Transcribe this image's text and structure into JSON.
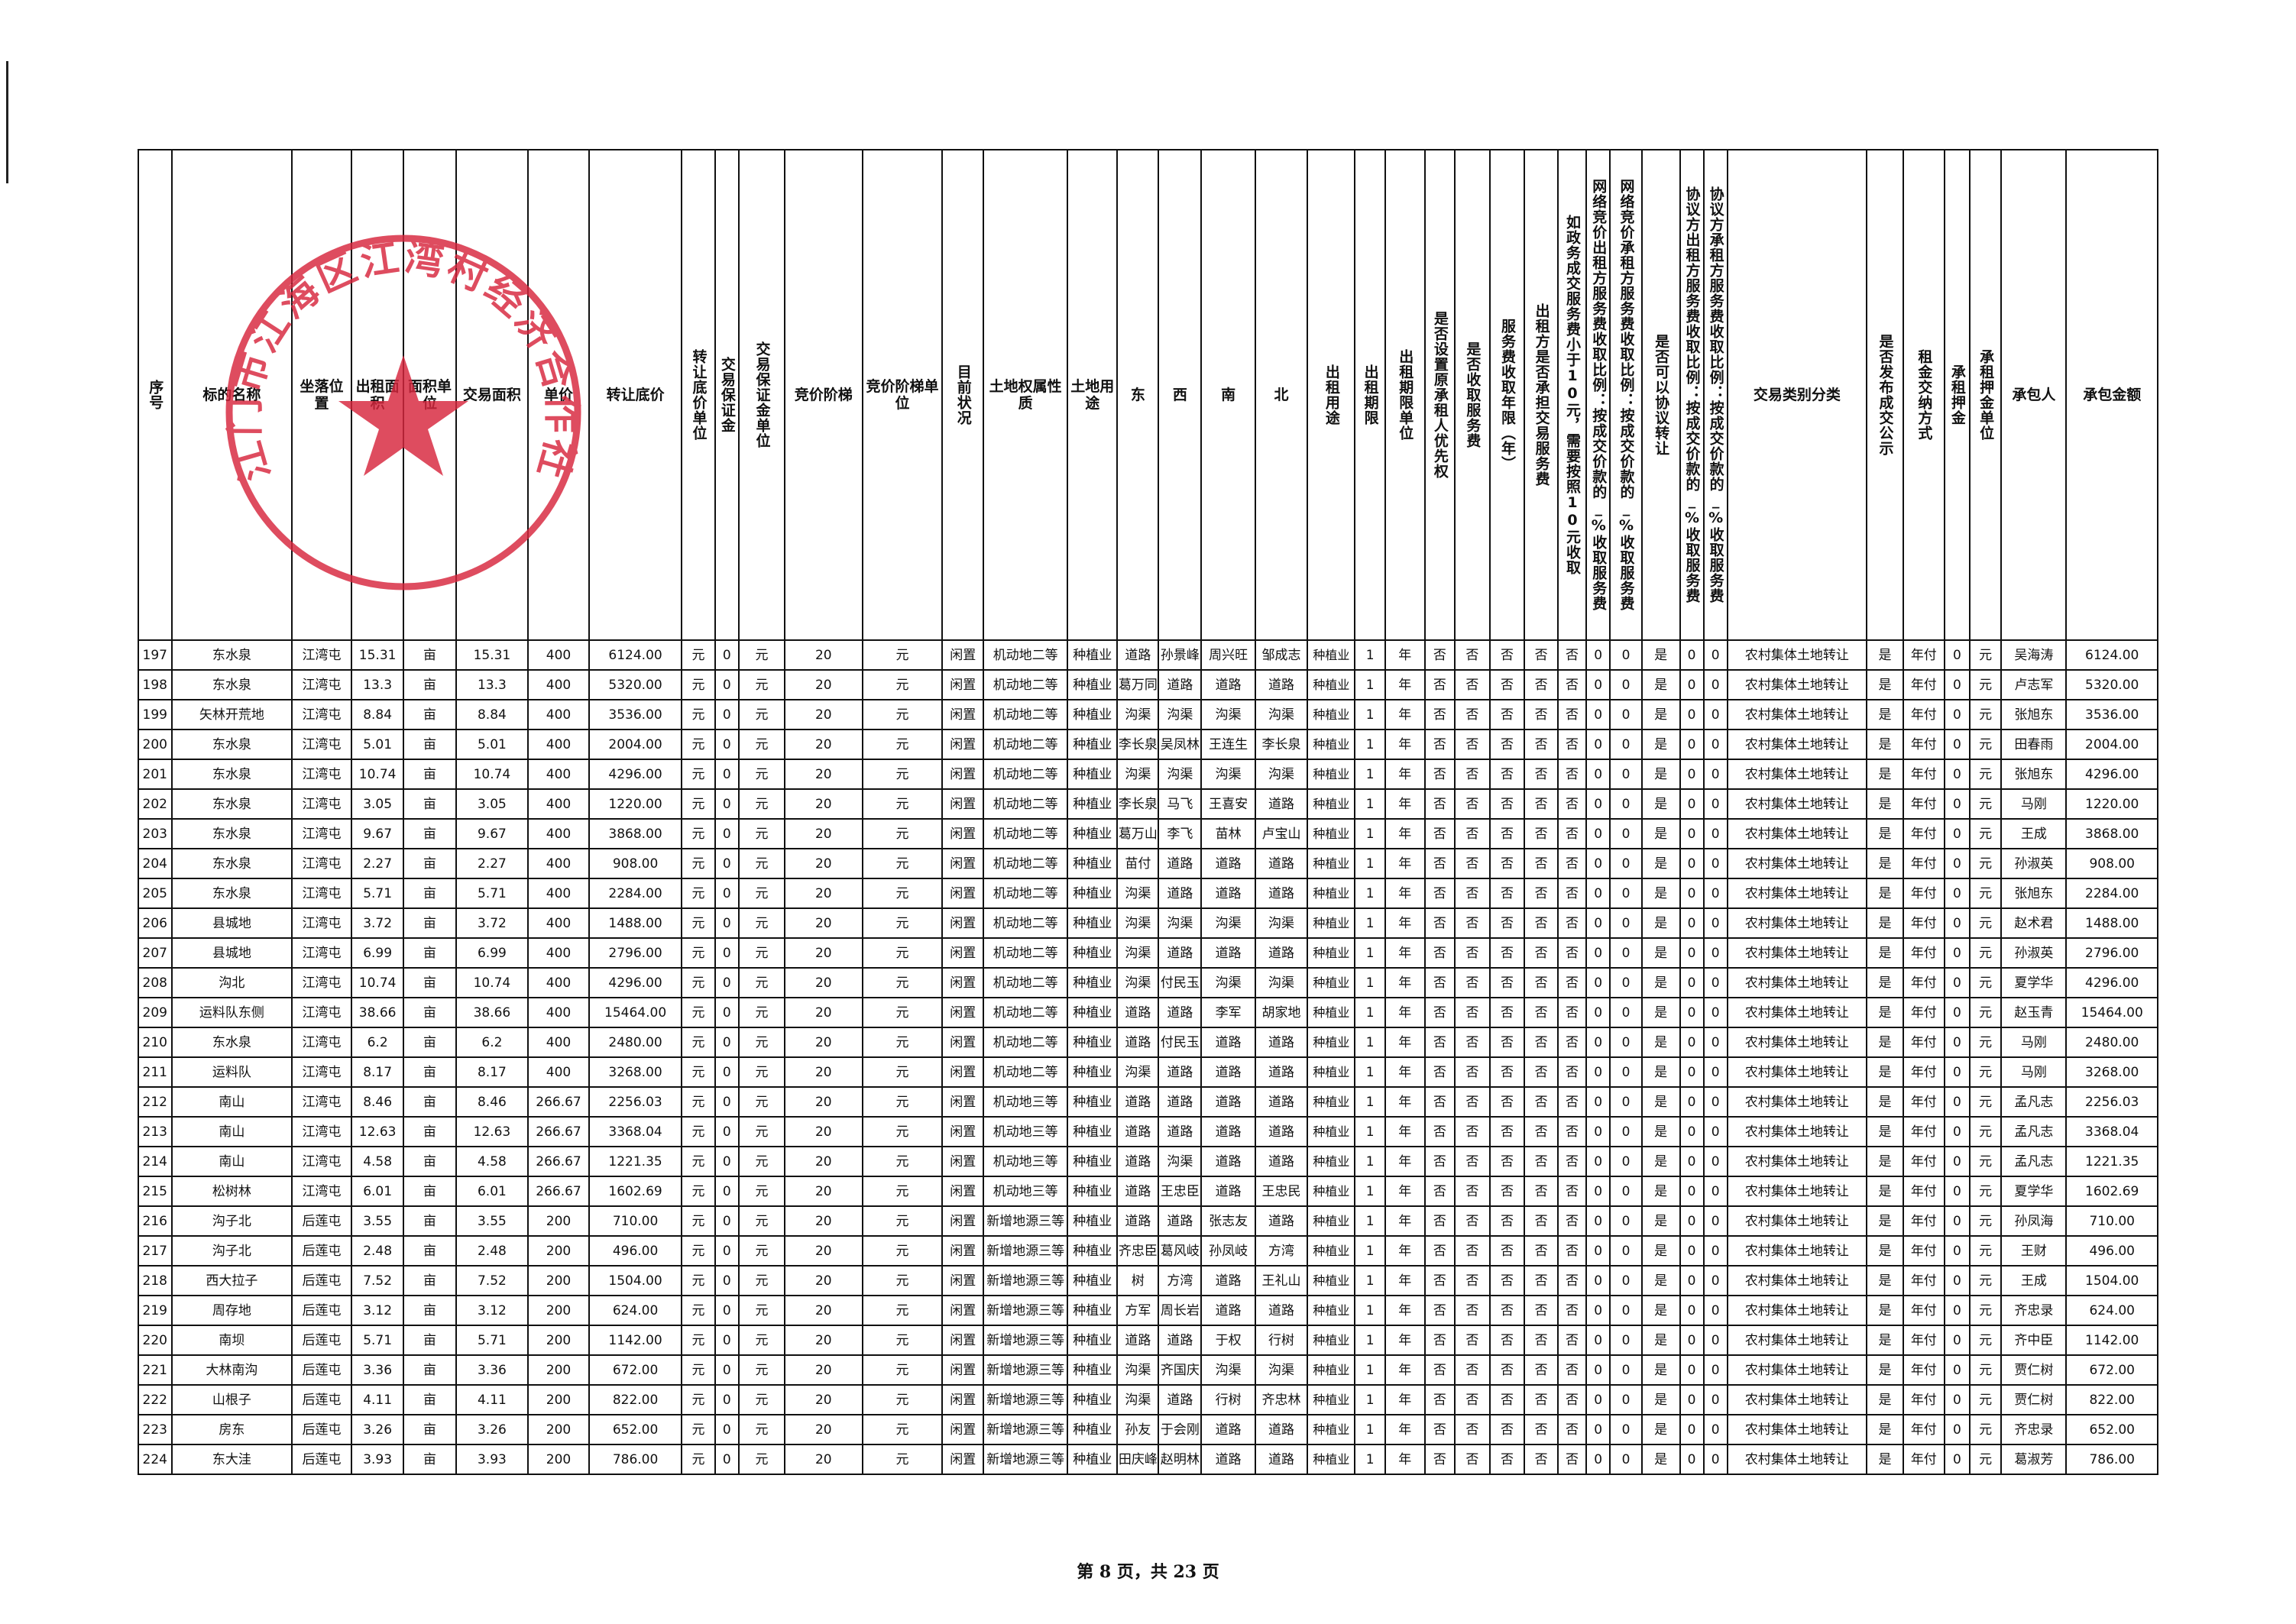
{
  "columns": [
    {
      "label": "序号",
      "w": 42,
      "o": "vt"
    },
    {
      "label": "标的名称",
      "w": 152,
      "o": "hz"
    },
    {
      "label": "坐落位置",
      "w": 75,
      "o": "hz"
    },
    {
      "label": "出租面积",
      "w": 66,
      "o": "hz"
    },
    {
      "label": "面积单位",
      "w": 66,
      "o": "hz"
    },
    {
      "label": "交易面积",
      "w": 91,
      "o": "hz"
    },
    {
      "label": "单价",
      "w": 77,
      "o": "hz"
    },
    {
      "label": "转让底价",
      "w": 117,
      "o": "hz"
    },
    {
      "label": "转让底价单位",
      "w": 42,
      "o": "vt"
    },
    {
      "label": "交易保证金",
      "w": 30,
      "o": "vt"
    },
    {
      "label": "交易保证金单位",
      "w": 58,
      "o": "vt"
    },
    {
      "label": "竞价阶梯",
      "w": 98,
      "o": "hz"
    },
    {
      "label": "竞价阶梯单位",
      "w": 101,
      "o": "hz"
    },
    {
      "label": "目前状况",
      "w": 52,
      "o": "vt"
    },
    {
      "label": "土地权属性质",
      "w": 106,
      "o": "hz"
    },
    {
      "label": "土地用途",
      "w": 63,
      "o": "hz"
    },
    {
      "label": "东",
      "w": 52,
      "o": "hz"
    },
    {
      "label": "西",
      "w": 54,
      "o": "hz"
    },
    {
      "label": "南",
      "w": 68,
      "o": "hz"
    },
    {
      "label": "北",
      "w": 66,
      "o": "hz"
    },
    {
      "label": "出租用途",
      "w": 60,
      "o": "vt"
    },
    {
      "label": "出租期限",
      "w": 38,
      "o": "vt"
    },
    {
      "label": "出租期限单位",
      "w": 50,
      "o": "vt"
    },
    {
      "label": "是否设置原承租人优先权",
      "w": 38,
      "o": "vt"
    },
    {
      "label": "是否收取服务费",
      "w": 44,
      "o": "vt"
    },
    {
      "label": "服务费收取年限（年）",
      "w": 44,
      "o": "vt"
    },
    {
      "label": "出租方是否承担交易服务费",
      "w": 42,
      "o": "vt"
    },
    {
      "label": "如政务成交服务费小于10元，需要按照10元收取",
      "w": 36,
      "o": "vt"
    },
    {
      "label": "网络竞价出租方服务费收取比例：按成交价款的_%收取服务费",
      "w": 30,
      "o": "vt"
    },
    {
      "label": "网络竞价承租方服务费收取比例：按成交价款的_%收取服务费",
      "w": 40,
      "o": "vt"
    },
    {
      "label": "是否可以协议转让",
      "w": 48,
      "o": "vt"
    },
    {
      "label": "协议方出租方服务费收取比例：按成交价款的_%收取服务费",
      "w": 30,
      "o": "vt"
    },
    {
      "label": "协议方承租方服务费收取比例：按成交价款的_%收取服务费",
      "w": 30,
      "o": "vt"
    },
    {
      "label": "交易类别分类",
      "w": 176,
      "o": "hz"
    },
    {
      "label": "是否发布成交公示",
      "w": 46,
      "o": "vt"
    },
    {
      "label": "租金交纳方式",
      "w": 52,
      "o": "vt"
    },
    {
      "label": "承租押金",
      "w": 32,
      "o": "vt"
    },
    {
      "label": "承租押金单位",
      "w": 40,
      "o": "vt"
    },
    {
      "label": "承包人",
      "w": 82,
      "o": "hz"
    },
    {
      "label": "承包金额",
      "w": 115,
      "o": "hz"
    }
  ],
  "rows": [
    [
      "197",
      "东水泉",
      "江湾屯",
      "15.31",
      "亩",
      "15.31",
      "400",
      "6124.00",
      "元",
      "0",
      "元",
      "20",
      "元",
      "闲置",
      "机动地二等",
      "种植业",
      "道路",
      "孙景峰",
      "周兴旺",
      "邹成志",
      "种植业",
      "1",
      "年",
      "否",
      "否",
      "否",
      "否",
      "否",
      "0",
      "0",
      "是",
      "0",
      "0",
      "农村集体土地转让",
      "是",
      "年付",
      "0",
      "元",
      "吴海涛",
      "6124.00"
    ],
    [
      "198",
      "东水泉",
      "江湾屯",
      "13.3",
      "亩",
      "13.3",
      "400",
      "5320.00",
      "元",
      "0",
      "元",
      "20",
      "元",
      "闲置",
      "机动地二等",
      "种植业",
      "葛万同",
      "道路",
      "道路",
      "道路",
      "种植业",
      "1",
      "年",
      "否",
      "否",
      "否",
      "否",
      "否",
      "0",
      "0",
      "是",
      "0",
      "0",
      "农村集体土地转让",
      "是",
      "年付",
      "0",
      "元",
      "卢志军",
      "5320.00"
    ],
    [
      "199",
      "矢林开荒地",
      "江湾屯",
      "8.84",
      "亩",
      "8.84",
      "400",
      "3536.00",
      "元",
      "0",
      "元",
      "20",
      "元",
      "闲置",
      "机动地二等",
      "种植业",
      "沟渠",
      "沟渠",
      "沟渠",
      "沟渠",
      "种植业",
      "1",
      "年",
      "否",
      "否",
      "否",
      "否",
      "否",
      "0",
      "0",
      "是",
      "0",
      "0",
      "农村集体土地转让",
      "是",
      "年付",
      "0",
      "元",
      "张旭东",
      "3536.00"
    ],
    [
      "200",
      "东水泉",
      "江湾屯",
      "5.01",
      "亩",
      "5.01",
      "400",
      "2004.00",
      "元",
      "0",
      "元",
      "20",
      "元",
      "闲置",
      "机动地二等",
      "种植业",
      "李长泉",
      "吴凤林",
      "王连生",
      "李长泉",
      "种植业",
      "1",
      "年",
      "否",
      "否",
      "否",
      "否",
      "否",
      "0",
      "0",
      "是",
      "0",
      "0",
      "农村集体土地转让",
      "是",
      "年付",
      "0",
      "元",
      "田春雨",
      "2004.00"
    ],
    [
      "201",
      "东水泉",
      "江湾屯",
      "10.74",
      "亩",
      "10.74",
      "400",
      "4296.00",
      "元",
      "0",
      "元",
      "20",
      "元",
      "闲置",
      "机动地二等",
      "种植业",
      "沟渠",
      "沟渠",
      "沟渠",
      "沟渠",
      "种植业",
      "1",
      "年",
      "否",
      "否",
      "否",
      "否",
      "否",
      "0",
      "0",
      "是",
      "0",
      "0",
      "农村集体土地转让",
      "是",
      "年付",
      "0",
      "元",
      "张旭东",
      "4296.00"
    ],
    [
      "202",
      "东水泉",
      "江湾屯",
      "3.05",
      "亩",
      "3.05",
      "400",
      "1220.00",
      "元",
      "0",
      "元",
      "20",
      "元",
      "闲置",
      "机动地二等",
      "种植业",
      "李长泉",
      "马飞",
      "王喜安",
      "道路",
      "种植业",
      "1",
      "年",
      "否",
      "否",
      "否",
      "否",
      "否",
      "0",
      "0",
      "是",
      "0",
      "0",
      "农村集体土地转让",
      "是",
      "年付",
      "0",
      "元",
      "马刚",
      "1220.00"
    ],
    [
      "203",
      "东水泉",
      "江湾屯",
      "9.67",
      "亩",
      "9.67",
      "400",
      "3868.00",
      "元",
      "0",
      "元",
      "20",
      "元",
      "闲置",
      "机动地二等",
      "种植业",
      "葛万山",
      "李飞",
      "苗林",
      "卢宝山",
      "种植业",
      "1",
      "年",
      "否",
      "否",
      "否",
      "否",
      "否",
      "0",
      "0",
      "是",
      "0",
      "0",
      "农村集体土地转让",
      "是",
      "年付",
      "0",
      "元",
      "王成",
      "3868.00"
    ],
    [
      "204",
      "东水泉",
      "江湾屯",
      "2.27",
      "亩",
      "2.27",
      "400",
      "908.00",
      "元",
      "0",
      "元",
      "20",
      "元",
      "闲置",
      "机动地二等",
      "种植业",
      "苗付",
      "道路",
      "道路",
      "道路",
      "种植业",
      "1",
      "年",
      "否",
      "否",
      "否",
      "否",
      "否",
      "0",
      "0",
      "是",
      "0",
      "0",
      "农村集体土地转让",
      "是",
      "年付",
      "0",
      "元",
      "孙淑英",
      "908.00"
    ],
    [
      "205",
      "东水泉",
      "江湾屯",
      "5.71",
      "亩",
      "5.71",
      "400",
      "2284.00",
      "元",
      "0",
      "元",
      "20",
      "元",
      "闲置",
      "机动地二等",
      "种植业",
      "沟渠",
      "道路",
      "道路",
      "道路",
      "种植业",
      "1",
      "年",
      "否",
      "否",
      "否",
      "否",
      "否",
      "0",
      "0",
      "是",
      "0",
      "0",
      "农村集体土地转让",
      "是",
      "年付",
      "0",
      "元",
      "张旭东",
      "2284.00"
    ],
    [
      "206",
      "县城地",
      "江湾屯",
      "3.72",
      "亩",
      "3.72",
      "400",
      "1488.00",
      "元",
      "0",
      "元",
      "20",
      "元",
      "闲置",
      "机动地二等",
      "种植业",
      "沟渠",
      "沟渠",
      "沟渠",
      "沟渠",
      "种植业",
      "1",
      "年",
      "否",
      "否",
      "否",
      "否",
      "否",
      "0",
      "0",
      "是",
      "0",
      "0",
      "农村集体土地转让",
      "是",
      "年付",
      "0",
      "元",
      "赵术君",
      "1488.00"
    ],
    [
      "207",
      "县城地",
      "江湾屯",
      "6.99",
      "亩",
      "6.99",
      "400",
      "2796.00",
      "元",
      "0",
      "元",
      "20",
      "元",
      "闲置",
      "机动地二等",
      "种植业",
      "沟渠",
      "道路",
      "道路",
      "道路",
      "种植业",
      "1",
      "年",
      "否",
      "否",
      "否",
      "否",
      "否",
      "0",
      "0",
      "是",
      "0",
      "0",
      "农村集体土地转让",
      "是",
      "年付",
      "0",
      "元",
      "孙淑英",
      "2796.00"
    ],
    [
      "208",
      "沟北",
      "江湾屯",
      "10.74",
      "亩",
      "10.74",
      "400",
      "4296.00",
      "元",
      "0",
      "元",
      "20",
      "元",
      "闲置",
      "机动地二等",
      "种植业",
      "沟渠",
      "付民玉",
      "沟渠",
      "沟渠",
      "种植业",
      "1",
      "年",
      "否",
      "否",
      "否",
      "否",
      "否",
      "0",
      "0",
      "是",
      "0",
      "0",
      "农村集体土地转让",
      "是",
      "年付",
      "0",
      "元",
      "夏学华",
      "4296.00"
    ],
    [
      "209",
      "运料队东侧",
      "江湾屯",
      "38.66",
      "亩",
      "38.66",
      "400",
      "15464.00",
      "元",
      "0",
      "元",
      "20",
      "元",
      "闲置",
      "机动地二等",
      "种植业",
      "道路",
      "道路",
      "李军",
      "胡家地",
      "种植业",
      "1",
      "年",
      "否",
      "否",
      "否",
      "否",
      "否",
      "0",
      "0",
      "是",
      "0",
      "0",
      "农村集体土地转让",
      "是",
      "年付",
      "0",
      "元",
      "赵玉青",
      "15464.00"
    ],
    [
      "210",
      "东水泉",
      "江湾屯",
      "6.2",
      "亩",
      "6.2",
      "400",
      "2480.00",
      "元",
      "0",
      "元",
      "20",
      "元",
      "闲置",
      "机动地二等",
      "种植业",
      "道路",
      "付民玉",
      "道路",
      "道路",
      "种植业",
      "1",
      "年",
      "否",
      "否",
      "否",
      "否",
      "否",
      "0",
      "0",
      "是",
      "0",
      "0",
      "农村集体土地转让",
      "是",
      "年付",
      "0",
      "元",
      "马刚",
      "2480.00"
    ],
    [
      "211",
      "运料队",
      "江湾屯",
      "8.17",
      "亩",
      "8.17",
      "400",
      "3268.00",
      "元",
      "0",
      "元",
      "20",
      "元",
      "闲置",
      "机动地二等",
      "种植业",
      "沟渠",
      "道路",
      "道路",
      "道路",
      "种植业",
      "1",
      "年",
      "否",
      "否",
      "否",
      "否",
      "否",
      "0",
      "0",
      "是",
      "0",
      "0",
      "农村集体土地转让",
      "是",
      "年付",
      "0",
      "元",
      "马刚",
      "3268.00"
    ],
    [
      "212",
      "南山",
      "江湾屯",
      "8.46",
      "亩",
      "8.46",
      "266.67",
      "2256.03",
      "元",
      "0",
      "元",
      "20",
      "元",
      "闲置",
      "机动地三等",
      "种植业",
      "道路",
      "道路",
      "道路",
      "道路",
      "种植业",
      "1",
      "年",
      "否",
      "否",
      "否",
      "否",
      "否",
      "0",
      "0",
      "是",
      "0",
      "0",
      "农村集体土地转让",
      "是",
      "年付",
      "0",
      "元",
      "孟凡志",
      "2256.03"
    ],
    [
      "213",
      "南山",
      "江湾屯",
      "12.63",
      "亩",
      "12.63",
      "266.67",
      "3368.04",
      "元",
      "0",
      "元",
      "20",
      "元",
      "闲置",
      "机动地三等",
      "种植业",
      "道路",
      "道路",
      "道路",
      "道路",
      "种植业",
      "1",
      "年",
      "否",
      "否",
      "否",
      "否",
      "否",
      "0",
      "0",
      "是",
      "0",
      "0",
      "农村集体土地转让",
      "是",
      "年付",
      "0",
      "元",
      "孟凡志",
      "3368.04"
    ],
    [
      "214",
      "南山",
      "江湾屯",
      "4.58",
      "亩",
      "4.58",
      "266.67",
      "1221.35",
      "元",
      "0",
      "元",
      "20",
      "元",
      "闲置",
      "机动地三等",
      "种植业",
      "道路",
      "沟渠",
      "道路",
      "道路",
      "种植业",
      "1",
      "年",
      "否",
      "否",
      "否",
      "否",
      "否",
      "0",
      "0",
      "是",
      "0",
      "0",
      "农村集体土地转让",
      "是",
      "年付",
      "0",
      "元",
      "孟凡志",
      "1221.35"
    ],
    [
      "215",
      "松树林",
      "江湾屯",
      "6.01",
      "亩",
      "6.01",
      "266.67",
      "1602.69",
      "元",
      "0",
      "元",
      "20",
      "元",
      "闲置",
      "机动地三等",
      "种植业",
      "道路",
      "王忠臣",
      "道路",
      "王忠民",
      "种植业",
      "1",
      "年",
      "否",
      "否",
      "否",
      "否",
      "否",
      "0",
      "0",
      "是",
      "0",
      "0",
      "农村集体土地转让",
      "是",
      "年付",
      "0",
      "元",
      "夏学华",
      "1602.69"
    ],
    [
      "216",
      "沟子北",
      "后莲屯",
      "3.55",
      "亩",
      "3.55",
      "200",
      "710.00",
      "元",
      "0",
      "元",
      "20",
      "元",
      "闲置",
      "新增地源三等",
      "种植业",
      "道路",
      "道路",
      "张志友",
      "道路",
      "种植业",
      "1",
      "年",
      "否",
      "否",
      "否",
      "否",
      "否",
      "0",
      "0",
      "是",
      "0",
      "0",
      "农村集体土地转让",
      "是",
      "年付",
      "0",
      "元",
      "孙凤海",
      "710.00"
    ],
    [
      "217",
      "沟子北",
      "后莲屯",
      "2.48",
      "亩",
      "2.48",
      "200",
      "496.00",
      "元",
      "0",
      "元",
      "20",
      "元",
      "闲置",
      "新增地源三等",
      "种植业",
      "齐忠臣",
      "葛风岐",
      "孙凤岐",
      "方湾",
      "种植业",
      "1",
      "年",
      "否",
      "否",
      "否",
      "否",
      "否",
      "0",
      "0",
      "是",
      "0",
      "0",
      "农村集体土地转让",
      "是",
      "年付",
      "0",
      "元",
      "王财",
      "496.00"
    ],
    [
      "218",
      "西大拉子",
      "后莲屯",
      "7.52",
      "亩",
      "7.52",
      "200",
      "1504.00",
      "元",
      "0",
      "元",
      "20",
      "元",
      "闲置",
      "新增地源三等",
      "种植业",
      "树",
      "方湾",
      "道路",
      "王礼山",
      "种植业",
      "1",
      "年",
      "否",
      "否",
      "否",
      "否",
      "否",
      "0",
      "0",
      "是",
      "0",
      "0",
      "农村集体土地转让",
      "是",
      "年付",
      "0",
      "元",
      "王成",
      "1504.00"
    ],
    [
      "219",
      "周存地",
      "后莲屯",
      "3.12",
      "亩",
      "3.12",
      "200",
      "624.00",
      "元",
      "0",
      "元",
      "20",
      "元",
      "闲置",
      "新增地源三等",
      "种植业",
      "方军",
      "周长岩",
      "道路",
      "道路",
      "种植业",
      "1",
      "年",
      "否",
      "否",
      "否",
      "否",
      "否",
      "0",
      "0",
      "是",
      "0",
      "0",
      "农村集体土地转让",
      "是",
      "年付",
      "0",
      "元",
      "齐忠录",
      "624.00"
    ],
    [
      "220",
      "南坝",
      "后莲屯",
      "5.71",
      "亩",
      "5.71",
      "200",
      "1142.00",
      "元",
      "0",
      "元",
      "20",
      "元",
      "闲置",
      "新增地源三等",
      "种植业",
      "道路",
      "道路",
      "于权",
      "行树",
      "种植业",
      "1",
      "年",
      "否",
      "否",
      "否",
      "否",
      "否",
      "0",
      "0",
      "是",
      "0",
      "0",
      "农村集体土地转让",
      "是",
      "年付",
      "0",
      "元",
      "齐中臣",
      "1142.00"
    ],
    [
      "221",
      "大林南沟",
      "后莲屯",
      "3.36",
      "亩",
      "3.36",
      "200",
      "672.00",
      "元",
      "0",
      "元",
      "20",
      "元",
      "闲置",
      "新增地源三等",
      "种植业",
      "沟渠",
      "齐国庆",
      "沟渠",
      "沟渠",
      "种植业",
      "1",
      "年",
      "否",
      "否",
      "否",
      "否",
      "否",
      "0",
      "0",
      "是",
      "0",
      "0",
      "农村集体土地转让",
      "是",
      "年付",
      "0",
      "元",
      "贾仁树",
      "672.00"
    ],
    [
      "222",
      "山根子",
      "后莲屯",
      "4.11",
      "亩",
      "4.11",
      "200",
      "822.00",
      "元",
      "0",
      "元",
      "20",
      "元",
      "闲置",
      "新增地源三等",
      "种植业",
      "沟渠",
      "道路",
      "行树",
      "齐忠林",
      "种植业",
      "1",
      "年",
      "否",
      "否",
      "否",
      "否",
      "否",
      "0",
      "0",
      "是",
      "0",
      "0",
      "农村集体土地转让",
      "是",
      "年付",
      "0",
      "元",
      "贾仁树",
      "822.00"
    ],
    [
      "223",
      "房东",
      "后莲屯",
      "3.26",
      "亩",
      "3.26",
      "200",
      "652.00",
      "元",
      "0",
      "元",
      "20",
      "元",
      "闲置",
      "新增地源三等",
      "种植业",
      "孙友",
      "于会刚",
      "道路",
      "道路",
      "种植业",
      "1",
      "年",
      "否",
      "否",
      "否",
      "否",
      "否",
      "0",
      "0",
      "是",
      "0",
      "0",
      "农村集体土地转让",
      "是",
      "年付",
      "0",
      "元",
      "齐忠录",
      "652.00"
    ],
    [
      "224",
      "东大洼",
      "后莲屯",
      "3.93",
      "亩",
      "3.93",
      "200",
      "786.00",
      "元",
      "0",
      "元",
      "20",
      "元",
      "闲置",
      "新增地源三等",
      "种植业",
      "田庆峰",
      "赵明林",
      "道路",
      "道路",
      "种植业",
      "1",
      "年",
      "否",
      "否",
      "否",
      "否",
      "否",
      "0",
      "0",
      "是",
      "0",
      "0",
      "农村集体土地转让",
      "是",
      "年付",
      "0",
      "元",
      "葛淑芳",
      "786.00"
    ]
  ],
  "footer": "第 8 页，共 23 页",
  "seal": {
    "text": "江门市江海区江湾村经济合作社",
    "color": "#d7263d"
  }
}
